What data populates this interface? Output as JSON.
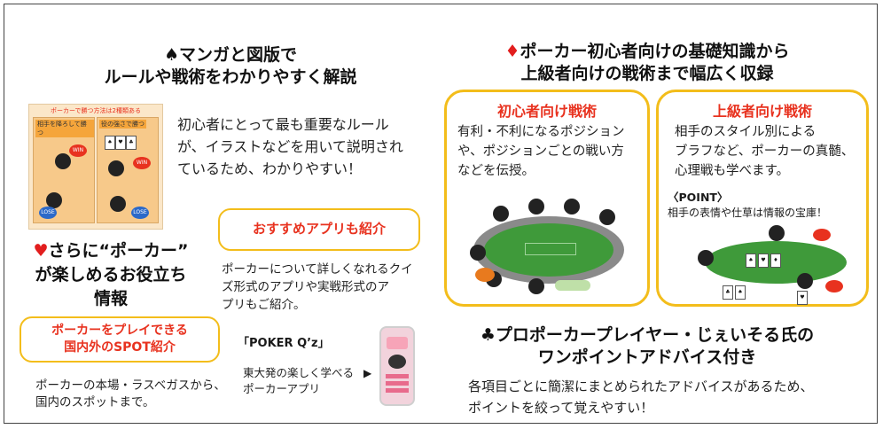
{
  "left_top": {
    "heading_line1": "♠マンガと図版で",
    "heading_line2": "ルールや戦術をわかりやすく解説",
    "desc_line1": "初心者にとって最も重要なルール",
    "desc_line2": "が、イラストなどを用いて説明され",
    "desc_line3": "ているため、わかりやすい！",
    "manga": {
      "header": "ポーカーで勝つ方法は2種類ある",
      "panel1_title": "相手を降ろして勝つ",
      "panel2_title": "役の強さで勝つ",
      "win": "WIN",
      "lose": "LOSE"
    }
  },
  "info": {
    "heart": "♥",
    "title_line1": "さらに“ポーカー”",
    "title_line2": "が楽しめるお役立ち",
    "title_line3": "情報"
  },
  "spot": {
    "label_line1": "ポーカーをプレイできる",
    "label_line2": "国内外のSPOT紹介",
    "desc_line1": "ポーカーの本場・ラスベガスから、",
    "desc_line2": "国内のスポットまで。"
  },
  "apps": {
    "label": "おすすめアプリも紹介",
    "desc_line1": "ポーカーについて詳しくなれるクイ",
    "desc_line2": "ズ形式のアプリや実戦形式のア",
    "desc_line3": "プリもご紹介。",
    "app_name": "「POKER Q’z」",
    "app_desc_line1": "東大発の楽しく学べる",
    "app_desc_line2": "ポーカーアプリ",
    "arrow": "▶"
  },
  "right_top": {
    "heading_line1": "♦ポーカー初心者向けの基礎知識から",
    "heading_line2": "上級者向けの戦術まで幅広く収録"
  },
  "beginner": {
    "title": "初心者向け戦術",
    "desc_line1": "有利・不利になるポジション",
    "desc_line2": "や、ポジションごとの戦い方",
    "desc_line3": "などを伝授。"
  },
  "advanced": {
    "title": "上級者向け戦術",
    "desc_line1": "相手のスタイル別による",
    "desc_line2": "ブラフなど、ポーカーの真髄、",
    "desc_line3": "心理戦も学べます。",
    "point_label": "〈POINT〉",
    "point_text": "相手の表情や仕草は情報の宝庫！"
  },
  "pro": {
    "heading_line1": "♣プロポーカープレイヤー・じぇいそる氏の",
    "heading_line2": "ワンポイントアドバイス付き",
    "desc_line1": "各項目ごとに簡潔にまとめられたアドバイスがあるため、",
    "desc_line2": "ポイントを絞って覚えやすい！"
  },
  "colors": {
    "accent_red": "#e8321f",
    "border_yellow": "#f3bd1b",
    "felt_green": "#3f9a3a"
  }
}
